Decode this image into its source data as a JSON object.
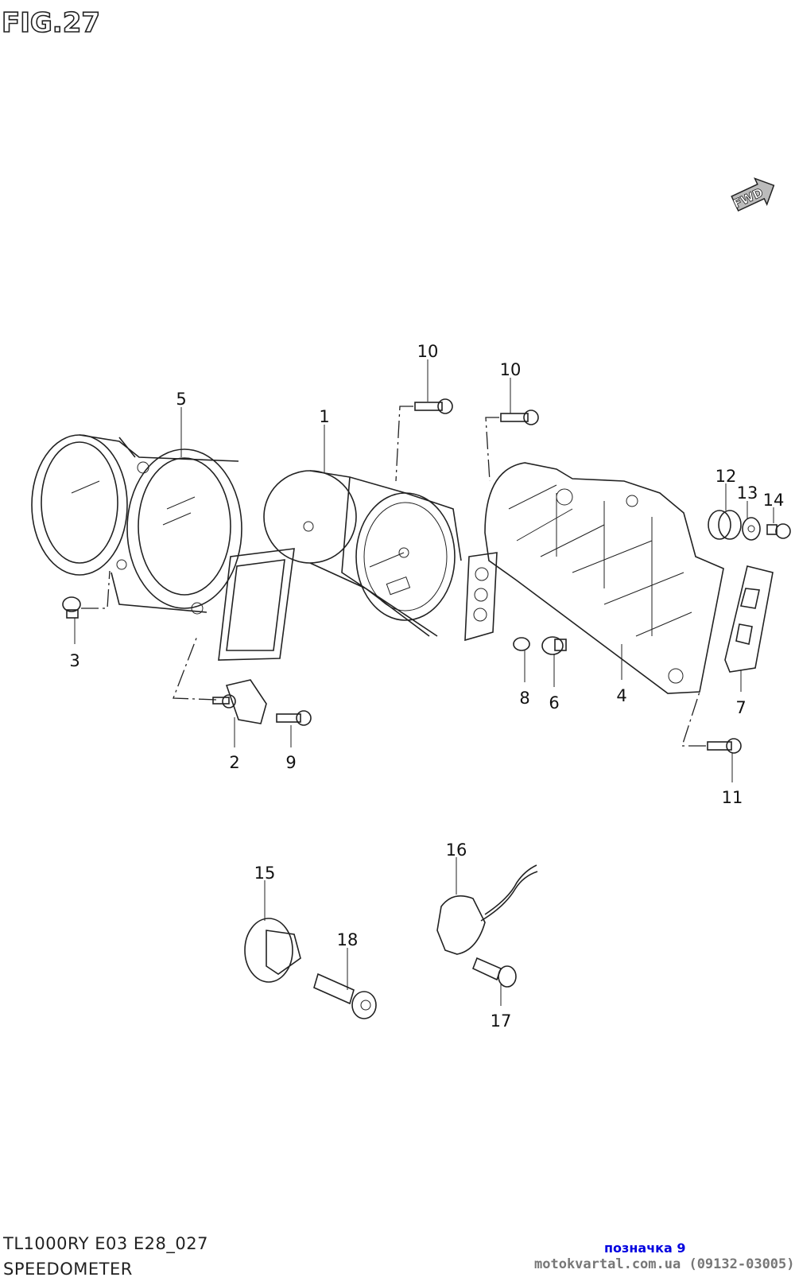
{
  "figure": {
    "title": "FIG.27",
    "fwd_label": "FWD"
  },
  "callouts": {
    "p1": "1",
    "p2": "2",
    "p3": "3",
    "p4": "4",
    "p5": "5",
    "p6": "6",
    "p7": "7",
    "p8": "8",
    "p9": "9",
    "p10a": "10",
    "p10b": "10",
    "p11": "11",
    "p12": "12",
    "p13": "13",
    "p14": "14",
    "p15": "15",
    "p16": "16",
    "p17": "17",
    "p18": "18"
  },
  "footer": {
    "model": "TL1000RY E03 E28_027",
    "section": "SPEEDOMETER",
    "mark": "позначка 9",
    "site": "motokvartal.com.ua (09132-03005)"
  }
}
